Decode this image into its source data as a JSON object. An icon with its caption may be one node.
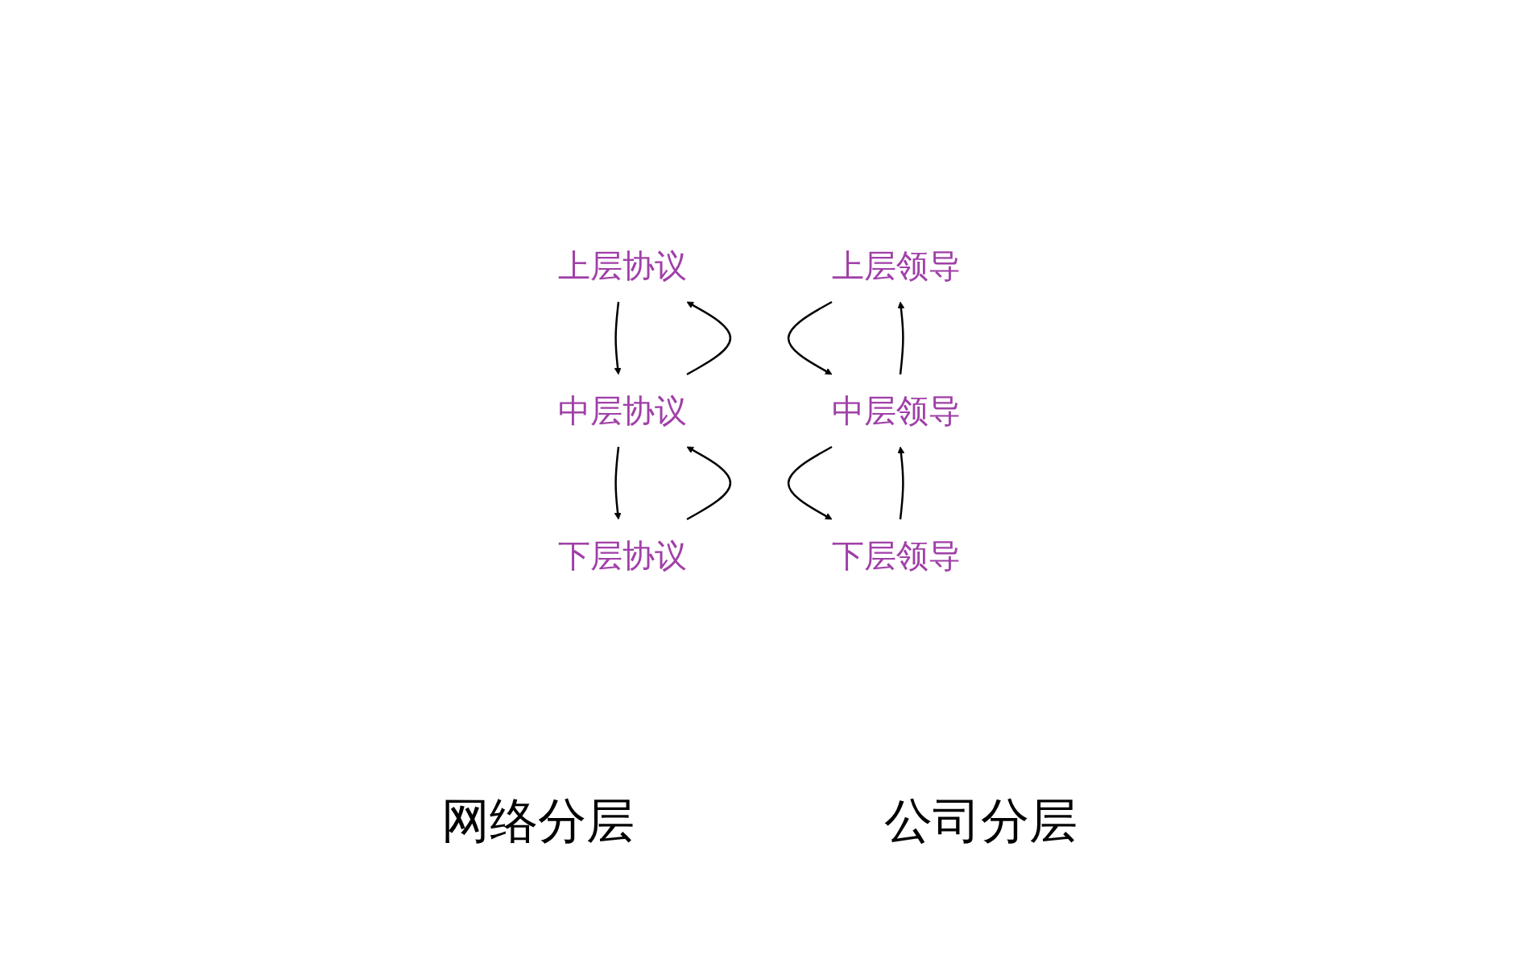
{
  "diagram": {
    "nodes": [
      {
        "text": [
          "上层协议"
        ]
      },
      {
        "text": [
          "中层协议"
        ]
      },
      {
        "text": [
          "下层协议"
        ]
      },
      {
        "text": [
          "上层领导"
        ]
      },
      {
        "text": [
          "中层领导"
        ]
      },
      {
        "text": [
          "下层领导"
        ]
      }
    ],
    "edges": [
      {
        "from": 0,
        "to": 1,
        "arrow": "to"
      },
      {
        "from": 1,
        "to": 2,
        "arrow": "to"
      },
      {
        "from": 2,
        "to": 1,
        "arrow": "to"
      },
      {
        "from": 1,
        "to": 0,
        "arrow": "to"
      },
      {
        "from": 3,
        "to": 4,
        "arrow": "to"
      },
      {
        "from": 4,
        "to": 5,
        "arrow": "to"
      },
      {
        "from": 5,
        "to": 4,
        "arrow": "to"
      },
      {
        "from": 4,
        "to": 3,
        "arrow": "to"
      }
    ],
    "labels": [
      "网络分层",
      "公司分层"
    ]
  }
}
